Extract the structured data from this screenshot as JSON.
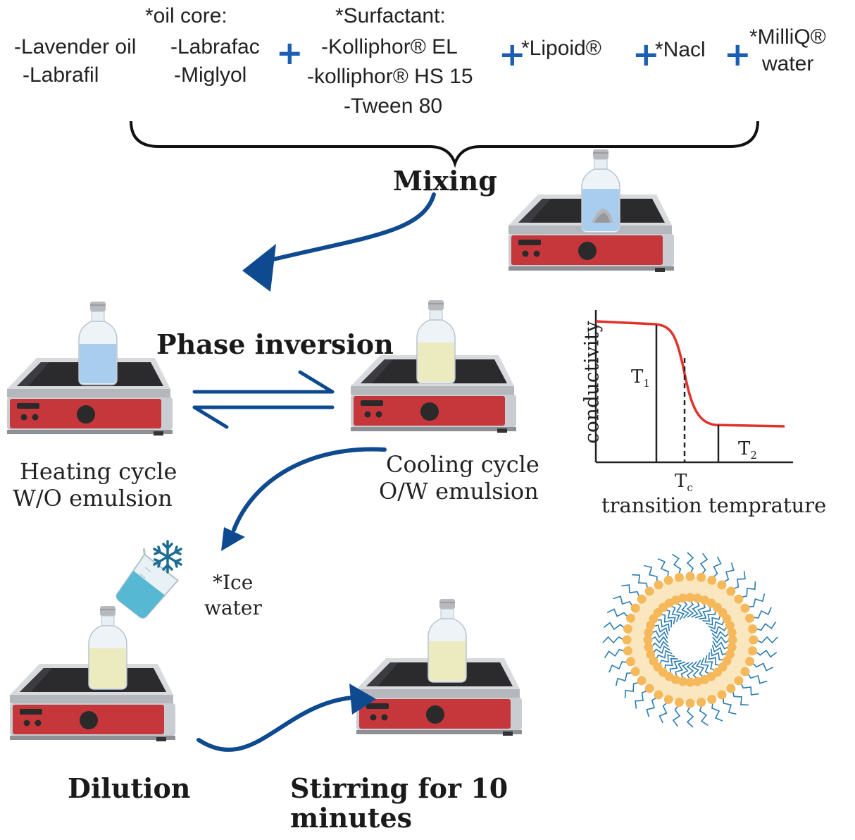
{
  "ingredients": {
    "oil_header": "*oil core:",
    "oil_col1": [
      "-Lavender oil",
      "-Labrafil"
    ],
    "oil_col2": [
      "-Labrafac",
      "-Miglyol"
    ],
    "surfactant_header": "*Surfactant:",
    "surfactant_items": [
      "-Kolliphor®  EL",
      "-kolliphor®  HS 15",
      "-Tween 80"
    ],
    "lipoid": "*Lipoid®",
    "nacl": "*Nacl",
    "milliq_line1": "*MilliQ®",
    "milliq_line2": "water",
    "plus_symbol": "+"
  },
  "steps": {
    "mixing": "Mixing",
    "phase_inversion": "Phase inversion",
    "heating_line1": "Heating cycle",
    "heating_line2": "W/O emulsion",
    "cooling_line1": "Cooling cycle",
    "cooling_line2": "O/W emulsion",
    "ice_line1": "*Ice",
    "ice_line2": "water",
    "dilution": "Dilution",
    "stirring_line1": "Stirring for 10",
    "stirring_line2": "minutes"
  },
  "graph": {
    "ylabel": "conductivity",
    "t1": "T",
    "t1_sub": "1",
    "t2": "T",
    "t2_sub": "2",
    "tc": "T",
    "tc_sub": "c",
    "xlabel": "transition temprature"
  },
  "colors": {
    "arrow_blue": "#0e4a8f",
    "plus_blue": "#1a5fb4",
    "curve_red": "#e0322a",
    "stirrer_red": "#c6373c",
    "liquid_blue": "#a8cdef",
    "liquid_yellow": "#ecebbf",
    "nanocapsule_orange": "#f5b85a",
    "nanocapsule_tail": "#2b7bb0"
  },
  "icons": [
    "hotplate-stirrer-icon",
    "vial-icon",
    "snowflake-icon",
    "beaker-icon",
    "nanocapsule-icon"
  ]
}
